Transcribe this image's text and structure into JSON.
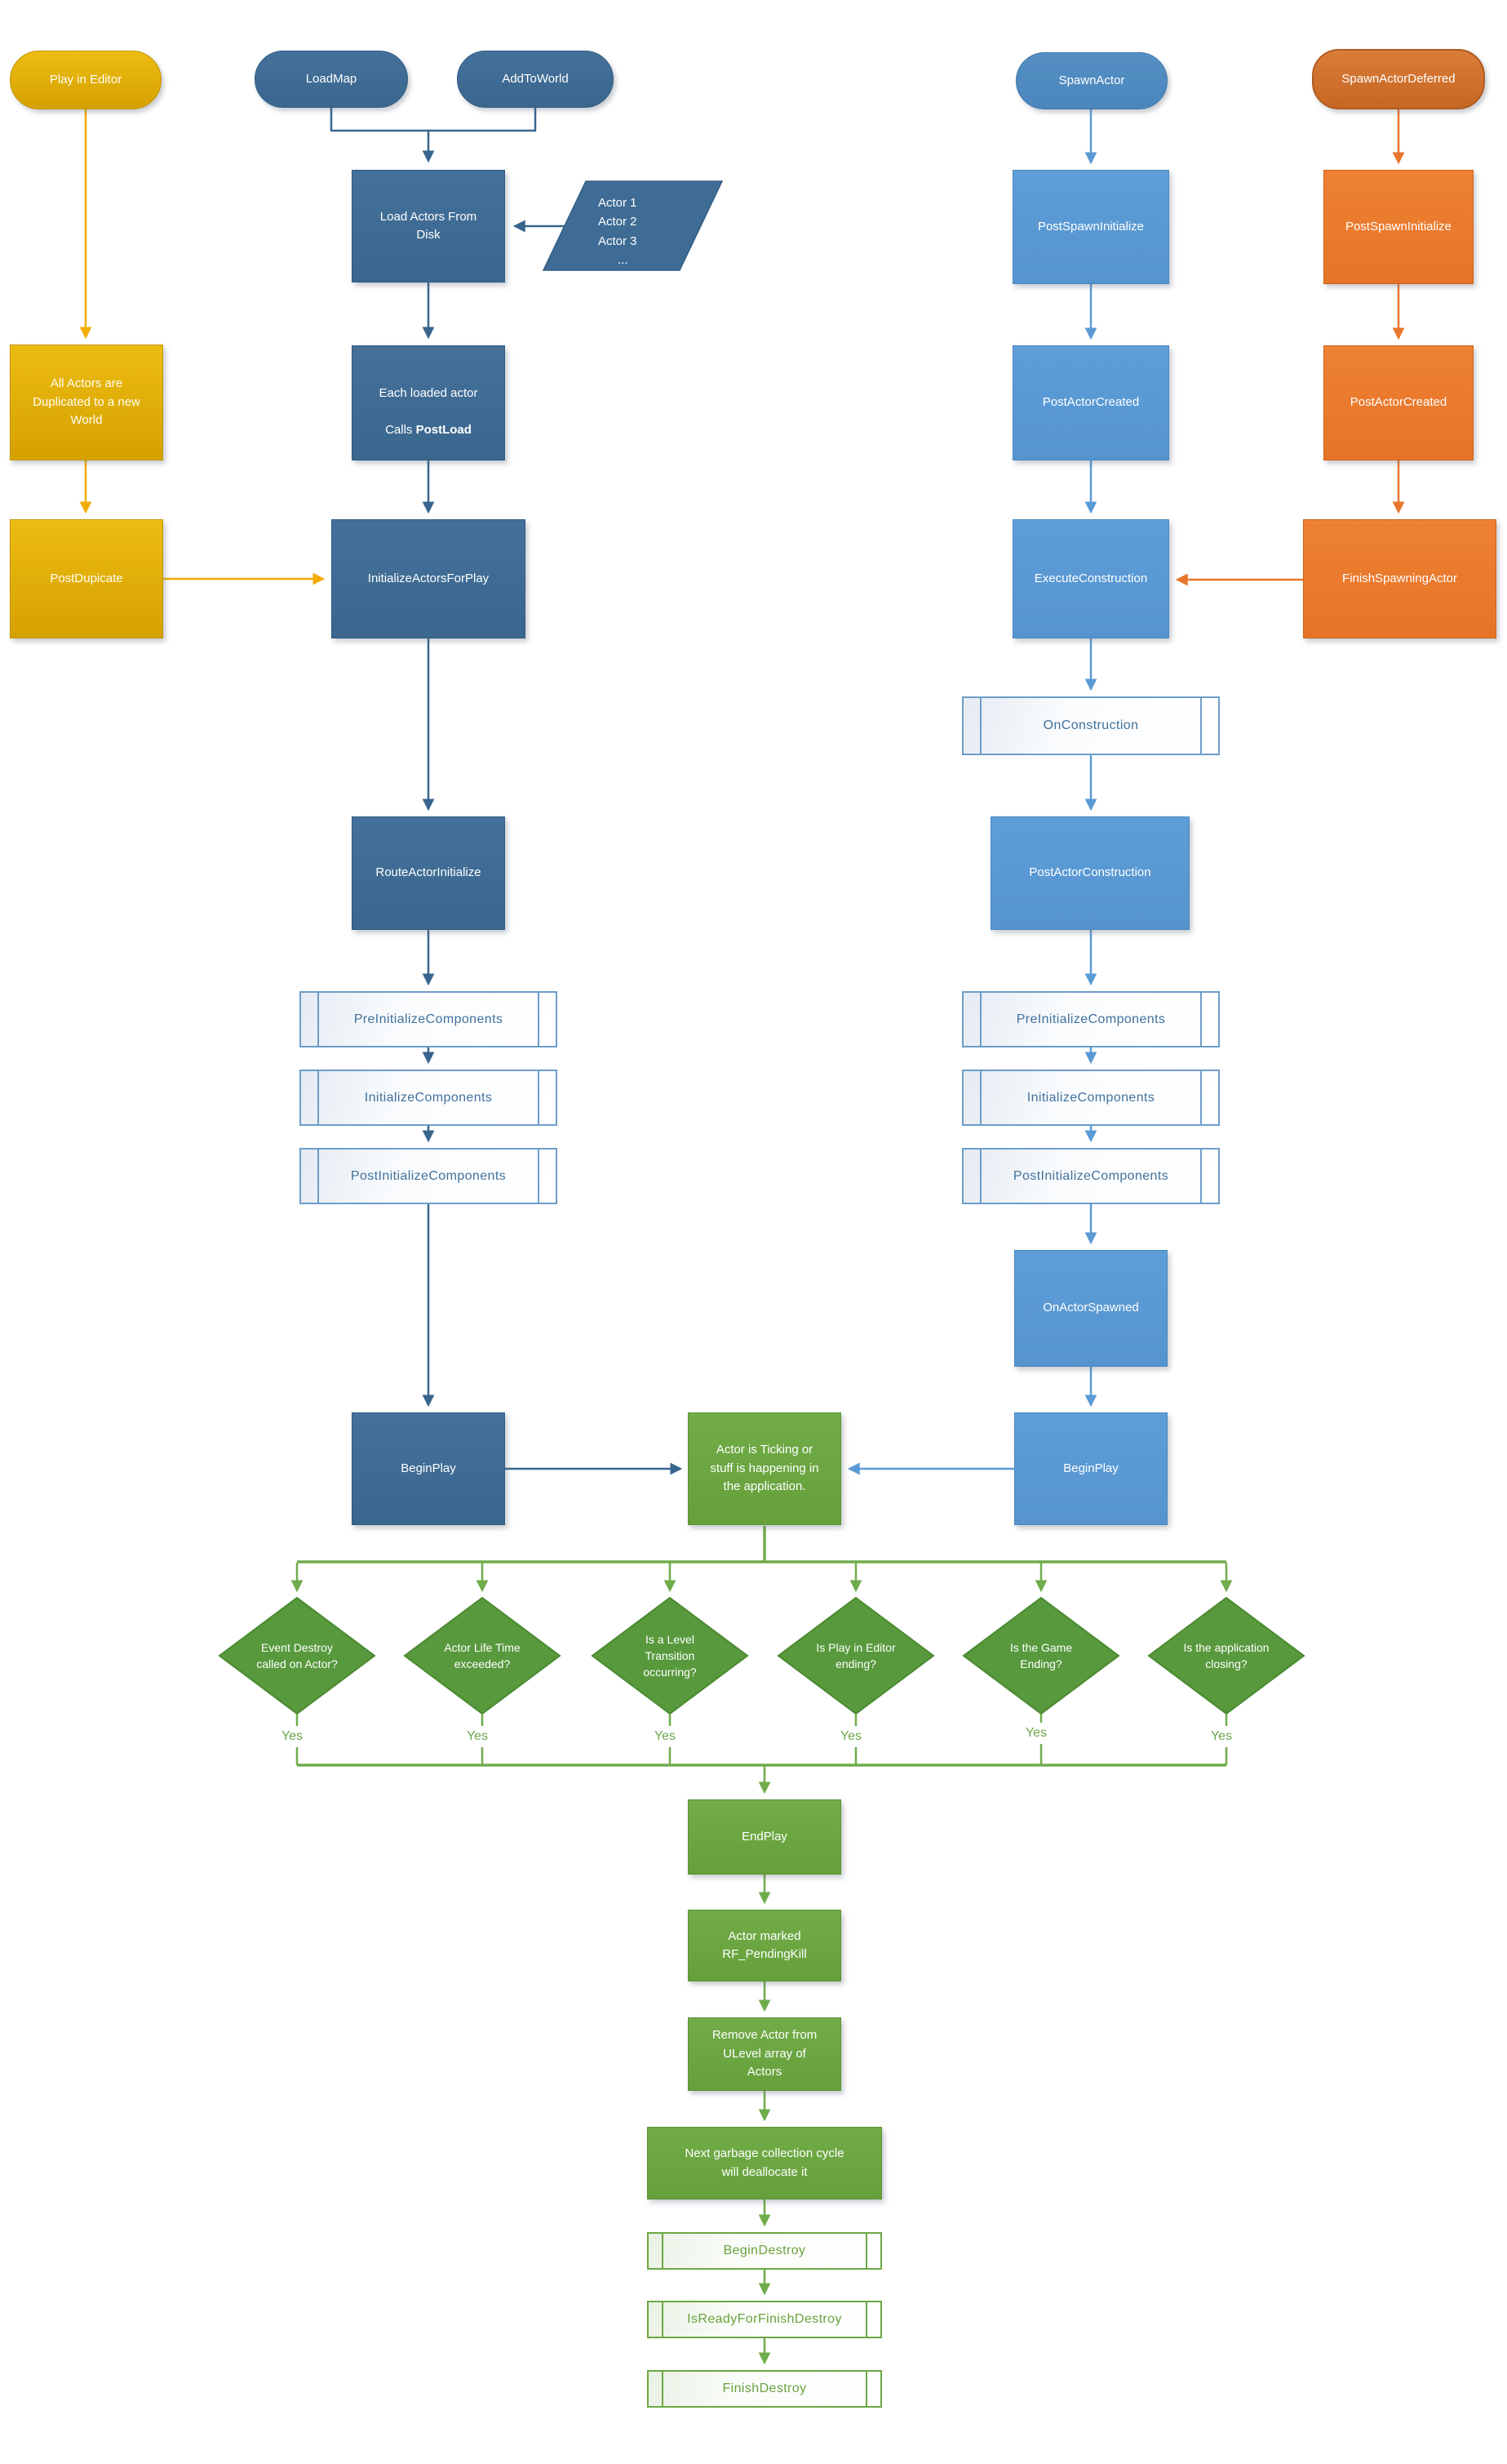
{
  "colors": {
    "dark_blue_fill": "#3E6C94",
    "dark_blue_border": "#2F5C84",
    "dark_blue_arrow": "#38658D",
    "light_blue_fill": "#5B9BD5",
    "light_blue_border": "#4A87BF",
    "orange_fill": "#ED7D31",
    "orange_dark_fill": "#D06F2E",
    "orange_border": "#CE6418",
    "yellow_fill": "#E2AE06",
    "yellow_border": "#C49500",
    "yellow_arrow": "#F2AC00",
    "green_fill": "#6CA844",
    "green_border": "#5B9334",
    "green_diamond_fill": "#58993D",
    "subroutine_text_blue": "#41719C",
    "subroutine_text_green": "#69A23E",
    "yes_text": "#6BA84A",
    "node_text": "#FFFFFF"
  },
  "labels": {
    "yes": "Yes"
  },
  "nodes": {
    "play_in_editor": {
      "label": "Play in Editor"
    },
    "load_map": {
      "label": "LoadMap"
    },
    "add_to_world": {
      "label": "AddToWorld"
    },
    "spawn_actor": {
      "label": "SpawnActor"
    },
    "spawn_actor_deferred": {
      "label": "SpawnActorDeferred"
    },
    "load_actors_from_disk": {
      "label": "Load Actors From\nDisk"
    },
    "actors_list": {
      "lines": [
        "Actor 1",
        "Actor 2",
        "Actor 3",
        "..."
      ]
    },
    "each_loaded_actor": {
      "line1": "Each loaded actor",
      "line2_prefix": "Calls ",
      "line2_bold": "PostLoad"
    },
    "all_actors_duplicated": {
      "label": "All Actors are\nDuplicated to a new\nWorld"
    },
    "post_dupicate": {
      "label": "PostDupicate"
    },
    "initialize_actors_for_play": {
      "label": "InitializeActorsForPlay"
    },
    "route_actor_initialize": {
      "label": "RouteActorInitialize"
    },
    "pre_initialize_components_left": {
      "label": "PreInitializeComponents"
    },
    "initialize_components_left": {
      "label": "InitializeComponents"
    },
    "post_initialize_components_left": {
      "label": "PostInitializeComponents"
    },
    "begin_play_left": {
      "label": "BeginPlay"
    },
    "post_spawn_initialize_blue": {
      "label": "PostSpawnInitialize"
    },
    "post_actor_created_blue": {
      "label": "PostActorCreated"
    },
    "execute_construction": {
      "label": "ExecuteConstruction"
    },
    "on_construction": {
      "label": "OnConstruction"
    },
    "post_actor_construction": {
      "label": "PostActorConstruction"
    },
    "pre_initialize_components_right": {
      "label": "PreInitializeComponents"
    },
    "initialize_components_right": {
      "label": "InitializeComponents"
    },
    "post_initialize_components_right": {
      "label": "PostInitializeComponents"
    },
    "on_actor_spawned": {
      "label": "OnActorSpawned"
    },
    "begin_play_right": {
      "label": "BeginPlay"
    },
    "post_spawn_initialize_orange": {
      "label": "PostSpawnInitialize"
    },
    "post_actor_created_orange": {
      "label": "PostActorCreated"
    },
    "finish_spawning_actor": {
      "label": "FinishSpawningActor"
    },
    "actor_ticking": {
      "label": "Actor is Ticking or\nstuff is happening in\nthe application."
    },
    "d_event_destroy": {
      "label": "Event Destroy\ncalled on Actor?"
    },
    "d_life_time": {
      "label": "Actor Life Time\nexceeded?"
    },
    "d_level_transition": {
      "label": "Is a Level\nTransition\noccurring?"
    },
    "d_pie_ending": {
      "label": "Is Play in Editor\nending?"
    },
    "d_game_ending": {
      "label": "Is the Game\nEnding?"
    },
    "d_app_closing": {
      "label": "Is the application\nclosing?"
    },
    "end_play": {
      "label": "EndPlay"
    },
    "actor_marked": {
      "label": "Actor marked\nRF_PendingKill"
    },
    "remove_actor": {
      "label": "Remove Actor from\nULevel array of\nActors"
    },
    "next_garbage": {
      "label": "Next garbage collection cycle\nwill deallocate it"
    },
    "begin_destroy": {
      "label": "BeginDestroy"
    },
    "is_ready_for_finish_destroy": {
      "label": "IsReadyForFinishDestroy"
    },
    "finish_destroy": {
      "label": "FinishDestroy"
    }
  }
}
